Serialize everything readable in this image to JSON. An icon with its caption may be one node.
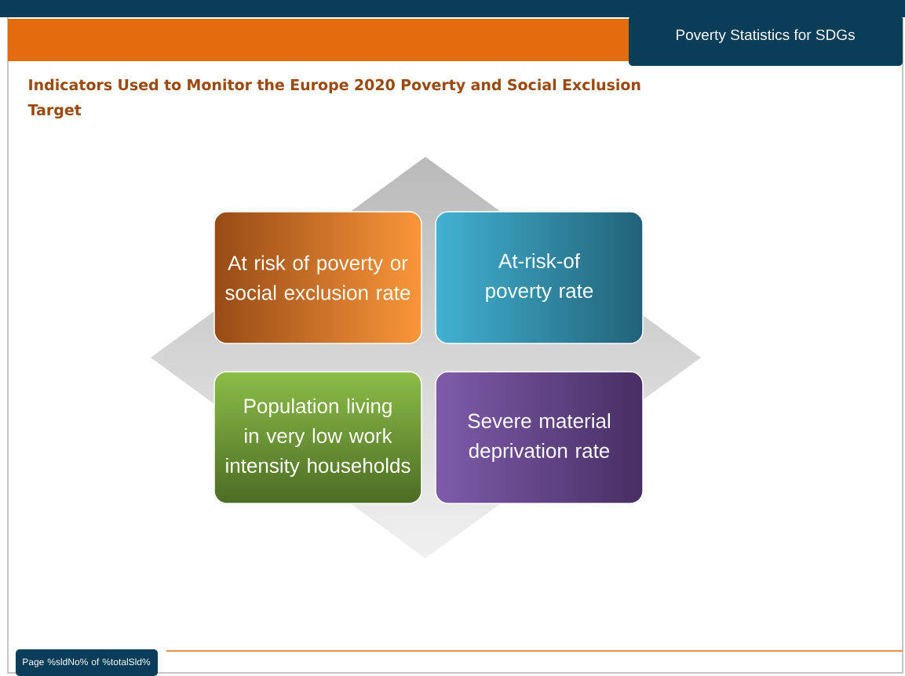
{
  "diagram": {
    "title": "Indicators Used to Monitor the Europe 2020 Poverty and Social Exclusion Target",
    "nodes": [
      {
        "text": [
          "At risk of poverty or social exclusion rate"
        ]
      },
      {
        "text": [
          "At-risk-of poverty rate"
        ]
      },
      {
        "text": [
          "Population living in very low work intensity households"
        ]
      },
      {
        "text": [
          "Severe material deprivation rate"
        ]
      }
    ],
    "labels": [
      "Poverty Statistics for SDGs",
      "Page %sldNo% of %totalSld%"
    ]
  }
}
